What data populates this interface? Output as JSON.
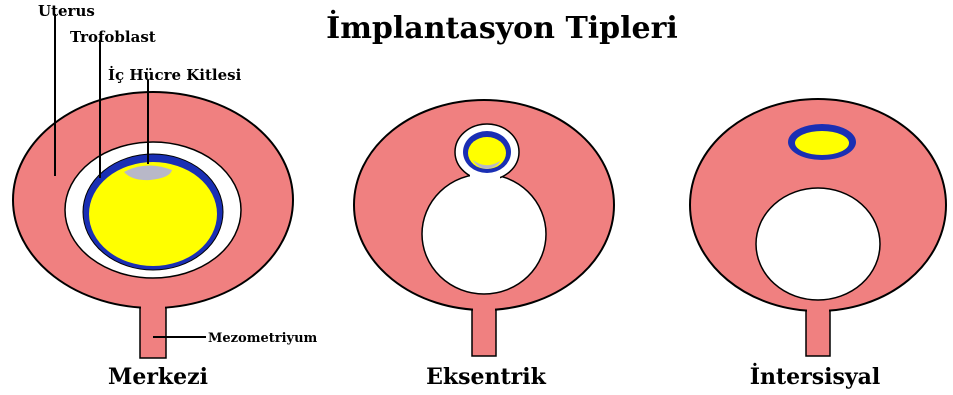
{
  "title": "İmplantasyon Tipleri",
  "labels": {
    "uterus": "Uterus",
    "trophoblast": "Trofoblast",
    "inner_cell_mass": "İç Hücre Kitlesi",
    "mesometrium": "Mezometriyum"
  },
  "types": [
    {
      "name": "Merkezi"
    },
    {
      "name": "Eksentrik"
    },
    {
      "name": "İntersisyal"
    }
  ],
  "colors": {
    "uterus": "#f08080",
    "lumen": "#ffffff",
    "trophoblast": "#1a2fb4",
    "blastocoel": "#ffff00",
    "inner_cell_mass": "#b8b8c8",
    "outline": "#000000"
  }
}
